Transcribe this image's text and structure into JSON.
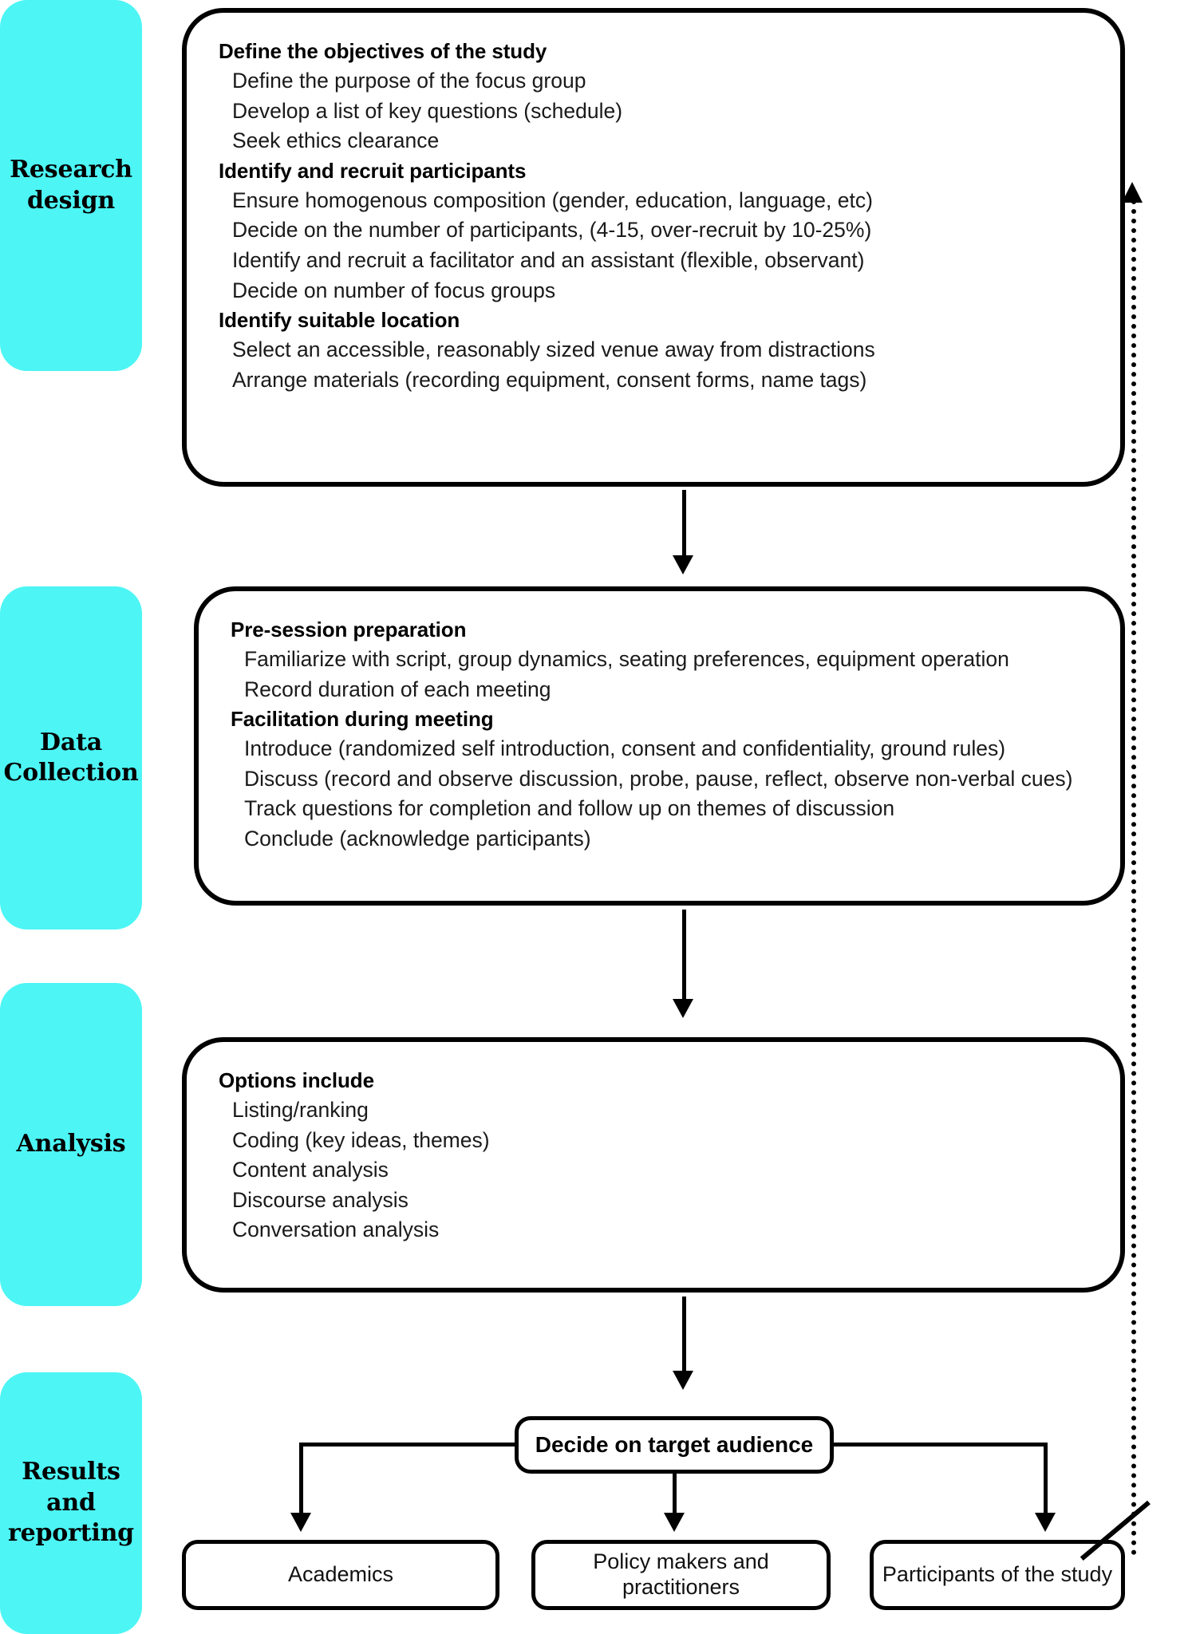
{
  "diagram": {
    "title": "Focus group research process flowchart",
    "accent_color": "#4DF5F5",
    "line_color": "#000000"
  },
  "stages": [
    {
      "id": "research-design",
      "label": "Research\ndesign"
    },
    {
      "id": "data-collection",
      "label": "Data\nCollection"
    },
    {
      "id": "analysis",
      "label": "Analysis"
    },
    {
      "id": "results-reporting",
      "label": "Results\nand\nreporting"
    }
  ],
  "panels": {
    "research_design": {
      "lines": [
        {
          "text": "Define the objectives of the study",
          "bold": true
        },
        {
          "text": "Define the purpose of the focus group",
          "bold": false
        },
        {
          "text": "Develop a list of key questions (schedule)",
          "bold": false
        },
        {
          "text": "Seek ethics clearance",
          "bold": false
        },
        {
          "text": "Identify and recruit participants",
          "bold": true
        },
        {
          "text": "Ensure homogenous composition (gender, education, language, etc)",
          "bold": false
        },
        {
          "text": "Decide on the number of participants, (4-15, over-recruit by 10-25%)",
          "bold": false
        },
        {
          "text": "Identify and recruit a facilitator and an assistant (flexible, observant)",
          "bold": false
        },
        {
          "text": "Decide on number of focus groups",
          "bold": false
        },
        {
          "text": "Identify suitable location",
          "bold": true
        },
        {
          "text": "Select an accessible, reasonably sized venue away from distractions",
          "bold": false
        },
        {
          "text": "Arrange materials (recording equipment, consent forms, name tags)",
          "bold": false
        }
      ]
    },
    "data_collection": {
      "lines": [
        {
          "text": "Pre-session preparation",
          "bold": true
        },
        {
          "text": "Familiarize with script, group dynamics, seating preferences, equipment operation",
          "bold": false
        },
        {
          "text": "Record duration of each meeting",
          "bold": false
        },
        {
          "text": "Facilitation during meeting",
          "bold": true
        },
        {
          "text": "Introduce (randomized self introduction, consent and confidentiality, ground rules)",
          "bold": false
        },
        {
          "text": "Discuss (record and observe discussion, probe, pause, reflect, observe non-verbal cues)",
          "bold": false
        },
        {
          "text": "Track questions for completion and follow up on themes of discussion",
          "bold": false
        },
        {
          "text": "Conclude (acknowledge participants)",
          "bold": false
        }
      ]
    },
    "analysis": {
      "lines": [
        {
          "text": "Options include",
          "bold": true
        },
        {
          "text": "Listing/ranking",
          "bold": false
        },
        {
          "text": "Coding (key ideas, themes)",
          "bold": false
        },
        {
          "text": "Content analysis",
          "bold": false
        },
        {
          "text": "Discourse analysis",
          "bold": false
        },
        {
          "text": "Conversation analysis",
          "bold": false
        }
      ]
    }
  },
  "audience": {
    "decision_label": "Decide on target audience",
    "targets": [
      {
        "id": "academics",
        "label": "Academics"
      },
      {
        "id": "policy",
        "label": "Policy makers and\npractitioners"
      },
      {
        "id": "participants",
        "label": "Participants of the study"
      }
    ]
  }
}
